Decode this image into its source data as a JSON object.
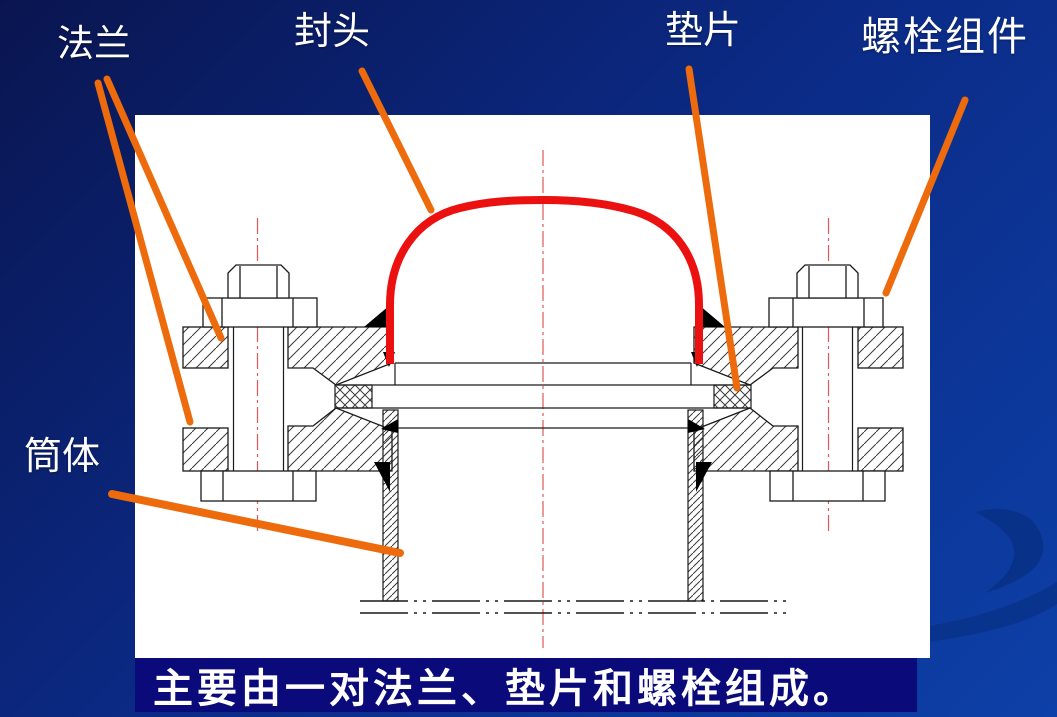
{
  "slide": {
    "title_labels": {
      "flange": "法兰",
      "head": "封头",
      "gasket": "垫片",
      "bolt_assembly": "螺栓组件",
      "shell": "筒体"
    },
    "caption": {
      "text": "主要由一对法兰、垫片和螺栓组成。"
    },
    "colors": {
      "background_top": "#0A1550",
      "background_bottom": "#0D40A8",
      "caption_background": "#0A0A7A",
      "label_text": "#FFFFFF",
      "leader_line": "#ED6B0C",
      "head_highlight": "#EC1111",
      "centerline": "#E05858",
      "drawing_lines": "#1A1A1A",
      "panel_background": "#FFFFFF",
      "swoosh": "#083185"
    }
  }
}
